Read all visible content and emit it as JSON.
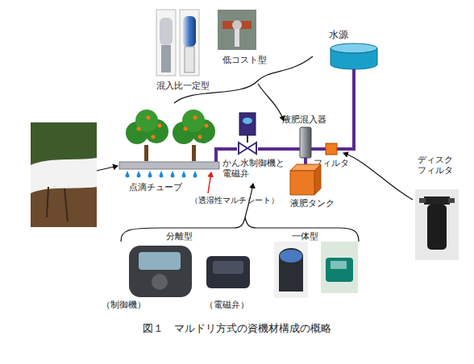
{
  "diagram": {
    "caption": "図１　マルドリ方式の資機材構成の概略",
    "nodes": [
      {
        "text": [
          "水源"
        ]
      },
      {
        "text": [
          "フィルタ"
        ]
      },
      {
        "text": [
          "液肥混入器"
        ]
      },
      {
        "text": [
          "液肥タンク"
        ]
      },
      {
        "text": [
          "かん水制御機と 電磁弁"
        ]
      },
      {
        "text": [
          "点滴チューブ"
        ]
      }
    ],
    "edges": [
      {
        "from": 0,
        "to": 1,
        "arrow": "none"
      },
      {
        "from": 1,
        "to": 2,
        "arrow": "none"
      },
      {
        "from": 2,
        "to": 4,
        "arrow": "none"
      },
      {
        "from": 4,
        "to": 5,
        "arrow": "none"
      },
      {
        "from": 3,
        "to": 2,
        "arrow": "none"
      }
    ],
    "labels": [
      "混入比一定型",
      "低コスト型",
      "ディスク フィルタ",
      "（透湿性マルチシート）",
      "分離型",
      "一体型",
      "（制御機）",
      "（電磁弁）"
    ]
  }
}
